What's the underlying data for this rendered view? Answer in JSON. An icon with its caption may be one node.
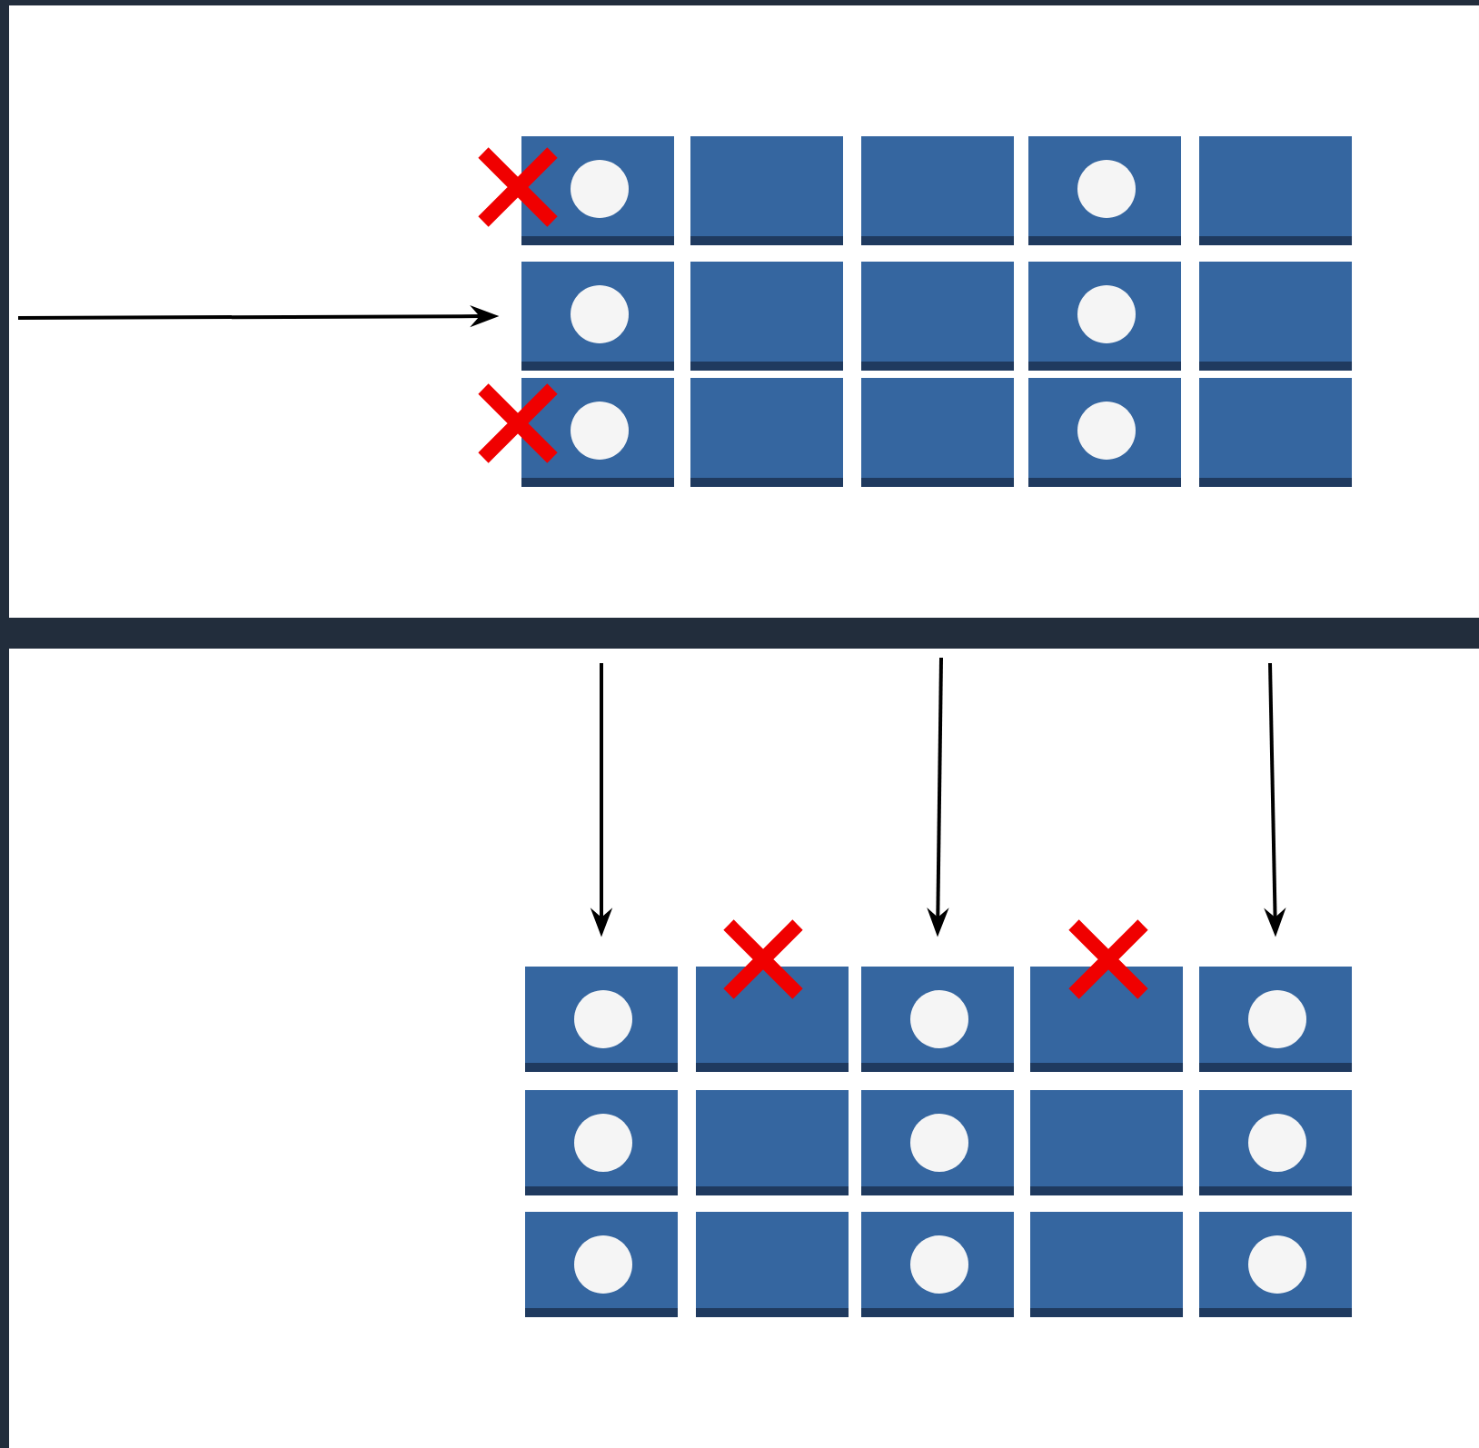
{
  "diagram": {
    "nodes": [
      {
        "text": [],
        "shape": "box"
      },
      {
        "text": [],
        "shape": "box"
      },
      {
        "text": [],
        "shape": "box"
      },
      {
        "text": [],
        "shape": "box"
      },
      {
        "text": [],
        "shape": "box"
      },
      {
        "text": [],
        "shape": "box"
      },
      {
        "text": [],
        "shape": "box"
      },
      {
        "text": [],
        "shape": "box"
      },
      {
        "text": [],
        "shape": "box"
      },
      {
        "text": [],
        "shape": "box"
      },
      {
        "text": [],
        "shape": "box"
      },
      {
        "text": [],
        "shape": "box"
      },
      {
        "text": [],
        "shape": "box"
      },
      {
        "text": [],
        "shape": "box"
      },
      {
        "text": [],
        "shape": "box"
      },
      {
        "text": [],
        "shape": "box"
      },
      {
        "text": [],
        "shape": "box"
      },
      {
        "text": [],
        "shape": "box"
      },
      {
        "text": [],
        "shape": "box"
      },
      {
        "text": [],
        "shape": "box"
      },
      {
        "text": [],
        "shape": "box"
      },
      {
        "text": [],
        "shape": "box"
      },
      {
        "text": [],
        "shape": "box"
      },
      {
        "text": [],
        "shape": "box"
      },
      {
        "text": [],
        "shape": "box"
      },
      {
        "text": [],
        "shape": "box"
      },
      {
        "text": [],
        "shape": "box"
      },
      {
        "text": [],
        "shape": "box"
      },
      {
        "text": [],
        "shape": "box"
      },
      {
        "text": [],
        "shape": "box"
      }
    ],
    "edges": [
      {
        "from": null,
        "to": 5,
        "arrow": "to"
      },
      {
        "from": null,
        "to": 15,
        "arrow": "to"
      },
      {
        "from": null,
        "to": 17,
        "arrow": "to"
      },
      {
        "from": null,
        "to": 19,
        "arrow": "to"
      }
    ]
  }
}
